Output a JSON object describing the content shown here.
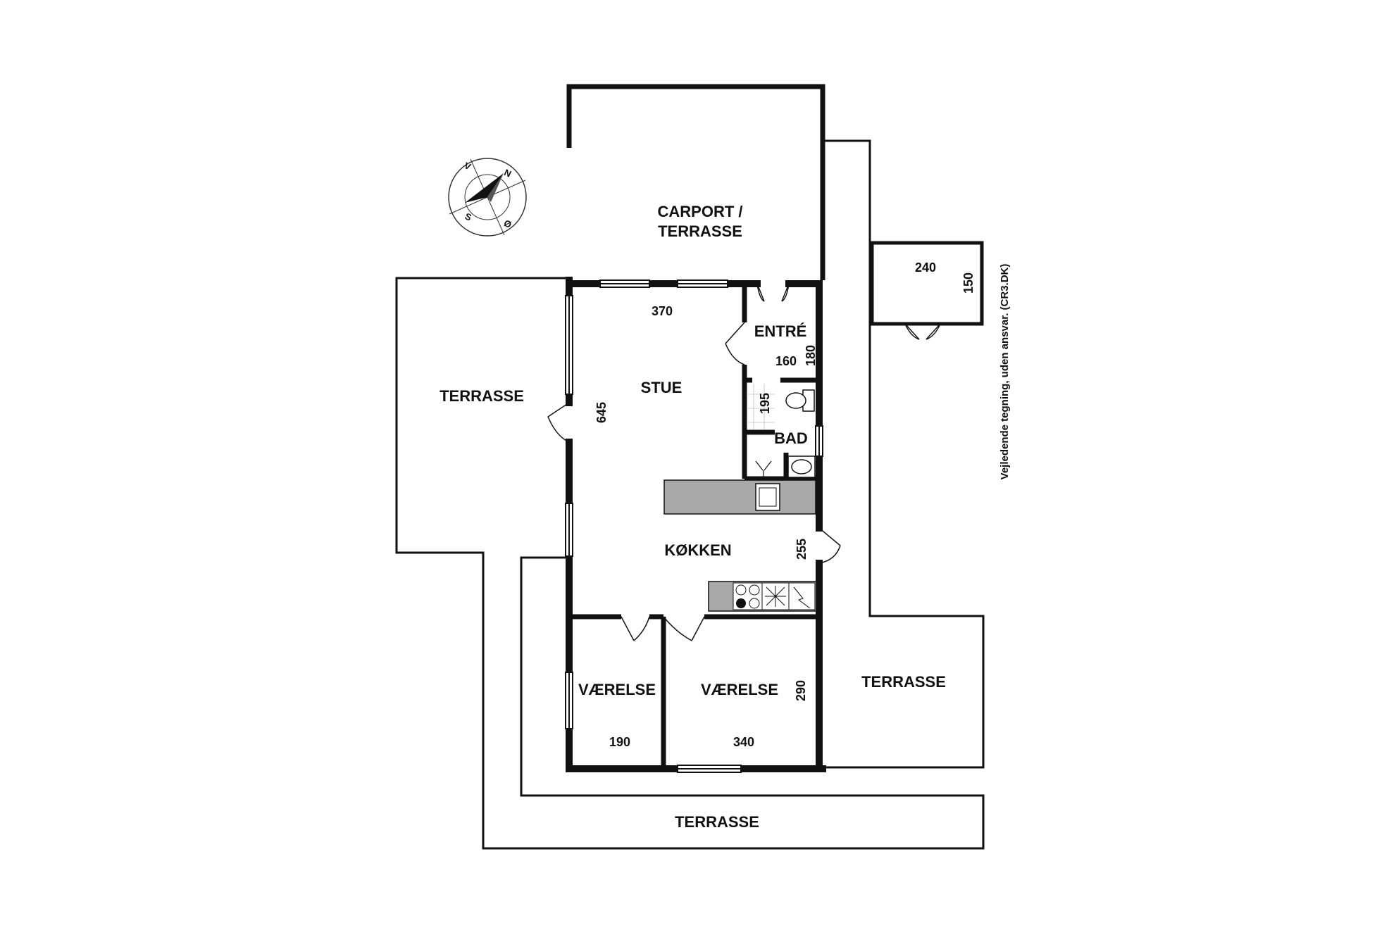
{
  "rooms": {
    "carport_line1": "CARPORT /",
    "carport_line2": "TERRASSE",
    "terrasse_west": "TERRASSE",
    "terrasse_east": "TERRASSE",
    "terrasse_south": "TERRASSE",
    "stue": "STUE",
    "entre": "ENTRÉ",
    "bad": "BAD",
    "kokken": "KØKKEN",
    "vaerelse_left": "VÆRELSE",
    "vaerelse_right": "VÆRELSE"
  },
  "dimensions": {
    "stue_width": "370",
    "stue_depth": "645",
    "entre_width": "160",
    "entre_depth": "180",
    "bad_depth": "195",
    "kokken_depth": "255",
    "vaerelse_depth": "290",
    "vaerelse_left_width": "190",
    "vaerelse_right_width": "340",
    "shed_width": "240",
    "shed_depth": "150"
  },
  "compass": {
    "n": "N",
    "s": "S",
    "v": "V",
    "o": "Ø"
  },
  "disclaimer": "Vejledende tegning, uden ansvar. (CR3.DK)"
}
